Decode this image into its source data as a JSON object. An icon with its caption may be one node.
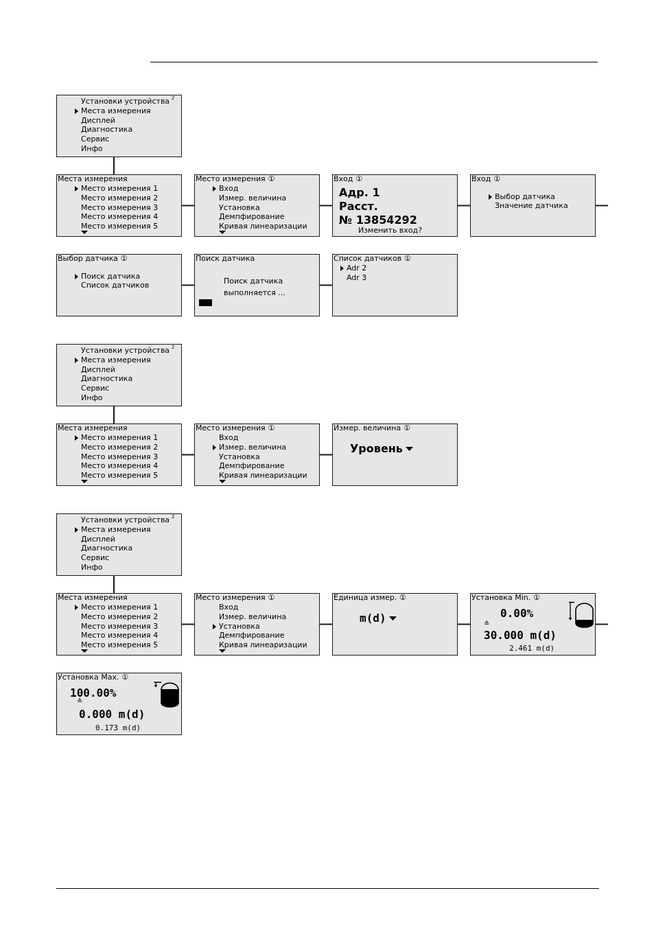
{
  "diagram": {
    "nodes": [
      {
        "text": [
          "Установки устройства$^{2}$",
          "Места измерения",
          "Дисплей",
          "Диагностика",
          "Сервис",
          "Инфо"
        ]
      },
      {
        "text": [
          "Места измерения",
          "Место измерения 1",
          "Место измерения 2",
          "Место измерения 3",
          "Место измерения 4",
          "Место измерения 5"
        ]
      },
      {
        "text": [
          "Место измерения ①",
          "Вход",
          "Измер. величина",
          "Установка",
          "Демпфирование",
          "Кривая линеаризации"
        ]
      },
      {
        "text": [
          "Вход ①",
          "Адр. 1",
          "Расст.",
          "№ 13854292",
          "Изменить вход?"
        ]
      },
      {
        "text": [
          "Вход ①",
          "Выбор датчика",
          "Значение датчика"
        ]
      },
      {
        "text": [
          "Выбор датчика ①",
          "Поиск датчика",
          "Список датчиков"
        ]
      },
      {
        "text": [
          "Поиск датчика",
          "Поиск датчика выполняется ..."
        ]
      },
      {
        "text": [
          "Список датчиков ①",
          "Adr 2",
          "Adr 3"
        ]
      },
      {
        "text": [
          "Установки устройства$^{2}$",
          "Места измерения",
          "Дисплей",
          "Диагностика",
          "Сервис",
          "Инфо"
        ]
      },
      {
        "text": [
          "Места измерения",
          "Место измерения 1",
          "Место измерения 2",
          "Место измерения 3",
          "Место измерения 4",
          "Место измерения 5"
        ]
      },
      {
        "text": [
          "Место измерения ①",
          "Вход",
          "Измер. величина",
          "Установка",
          "Демпфирование",
          "Кривая линеаризации"
        ]
      },
      {
        "text": [
          "Измер. величина ①",
          "Уровень"
        ]
      },
      {
        "text": [
          "Установки устройства$^{2}$",
          "Места измерения",
          "Дисплей",
          "Диагностика",
          "Сервис",
          "Инфо"
        ]
      },
      {
        "text": [
          "Места измерения",
          "Место измерения 1",
          "Место измерения 2",
          "Место измерения 3",
          "Место измерения 4",
          "Место измерения 5"
        ]
      },
      {
        "text": [
          "Место измерения ①",
          "Вход",
          "Измер. величина",
          "Установка",
          "Демпфирование",
          "Кривая линеаризации"
        ]
      },
      {
        "text": [
          "Единица измер. ①",
          "m(d)"
        ]
      },
      {
        "text": [
          "Установка Min. ①",
          "0.00%",
          "≙",
          "30.000 m(d)",
          "2.461 m(d)"
        ]
      },
      {
        "text": [
          "Установка Max. ①",
          "100.00%",
          "≙",
          "0.000 m(d)",
          "0.173 m(d)"
        ]
      }
    ],
    "edges": [
      {
        "from": 0,
        "to": 1,
        "arrow": "none"
      },
      {
        "from": 1,
        "to": 2,
        "arrow": "none"
      },
      {
        "from": 2,
        "to": 3,
        "arrow": "none"
      },
      {
        "from": 3,
        "to": 4,
        "arrow": "none"
      },
      {
        "from": 4,
        "to": null,
        "arrow": "none"
      },
      {
        "from": 5,
        "to": 6,
        "arrow": "none"
      },
      {
        "from": 6,
        "to": 7,
        "arrow": "none"
      },
      {
        "from": 8,
        "to": 9,
        "arrow": "none"
      },
      {
        "from": 9,
        "to": 10,
        "arrow": "none"
      },
      {
        "from": 10,
        "to": 11,
        "arrow": "none"
      },
      {
        "from": 12,
        "to": 13,
        "arrow": "none"
      },
      {
        "from": 13,
        "to": 14,
        "arrow": "none"
      },
      {
        "from": 14,
        "to": 15,
        "arrow": "none"
      },
      {
        "from": 15,
        "to": 16,
        "arrow": "none"
      },
      {
        "from": 16,
        "to": null,
        "arrow": "none"
      }
    ]
  }
}
